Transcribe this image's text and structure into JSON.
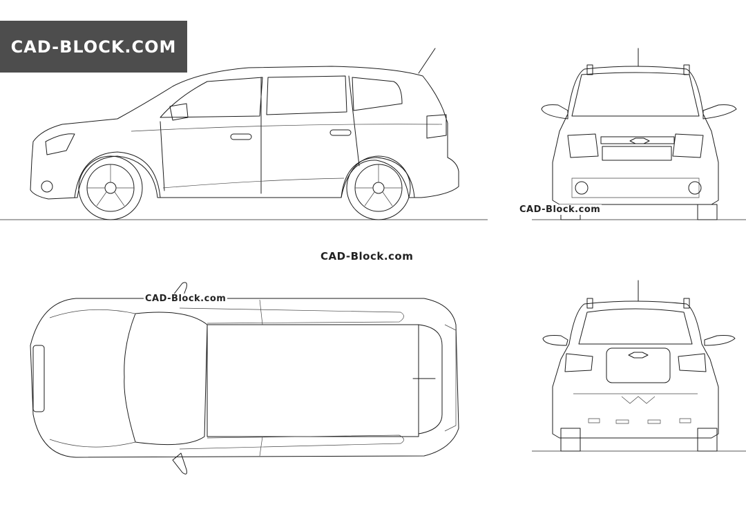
{
  "watermarks": {
    "badge": "CAD-BLOCK.COM",
    "center": "CAD-Block.com",
    "front_view": "CAD-Block.com",
    "top_view": "CAD-Block.com"
  },
  "colors": {
    "badge_background": "#4d4d4d",
    "badge_text": "#ffffff",
    "line_color": "#1a1a1a",
    "background": "#ffffff"
  }
}
